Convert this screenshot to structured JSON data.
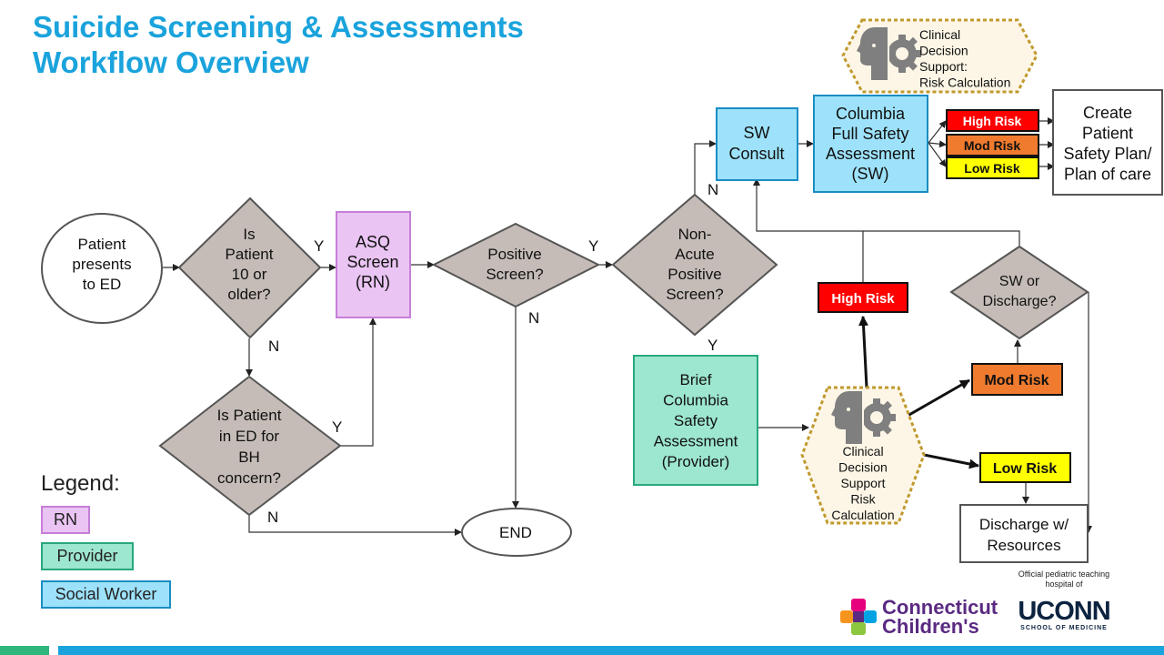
{
  "title": [
    "Suicide Screening & Assessments",
    "Workflow Overview"
  ],
  "nodes": {
    "patient": [
      "Patient",
      "presents",
      "to ED"
    ],
    "age_check": [
      "Is",
      "Patient",
      "10 or",
      "older?"
    ],
    "asq": [
      "ASQ",
      "Screen",
      "(RN)"
    ],
    "positive": [
      "Positive",
      "Screen?"
    ],
    "non_acute": [
      "Non-",
      "Acute",
      "Positive",
      "Screen?"
    ],
    "bh_check": [
      "Is Patient",
      "in ED for",
      "BH",
      "concern?"
    ],
    "end": [
      "END"
    ],
    "sw_consult": [
      "SW",
      "Consult"
    ],
    "columbia_full": [
      "Columbia",
      "Full Safety",
      "Assessment",
      "(SW)"
    ],
    "cds_top": [
      "Clinical",
      "Decision",
      "Support:",
      "Risk Calculation"
    ],
    "high_top": [
      "High Risk"
    ],
    "mod_top": [
      "Mod Risk"
    ],
    "low_top": [
      "Low Risk"
    ],
    "create_plan": [
      "Create",
      "Patient",
      "Safety Plan/",
      "Plan of care"
    ],
    "brief_columbia": [
      "Brief",
      "Columbia",
      "Safety",
      "Assessment",
      "(Provider)"
    ],
    "cds_bottom": [
      "Clinical",
      "Decision",
      "Support",
      "Risk",
      "Calculation"
    ],
    "high_mid": [
      "High Risk"
    ],
    "sw_or_discharge": [
      "SW or",
      "Discharge?"
    ],
    "mod_mid": [
      "Mod Risk"
    ],
    "low_bottom": [
      "Low Risk"
    ],
    "discharge": [
      "Discharge w/",
      "Resources"
    ]
  },
  "edge_labels": {
    "age_yes": "Y",
    "age_no": "N",
    "bh_yes": "Y",
    "bh_no": "N",
    "positive_yes": "Y",
    "positive_no": "N",
    "non_acute_no": "N",
    "non_acute_yes": "Y"
  },
  "legend": {
    "title": "Legend:",
    "items": [
      {
        "label": "RN",
        "color": "#eac4f2",
        "border": "#c77ed8"
      },
      {
        "label": "Provider",
        "color": "#9de6cf",
        "border": "#28a87c"
      },
      {
        "label": "Social Worker",
        "color": "#9de2fa",
        "border": "#1a8cc4"
      }
    ]
  },
  "colors": {
    "rn": "#eac4f2",
    "provider": "#9de6cf",
    "social_worker": "#9de2fa",
    "decision": "#c5bcb7",
    "high_risk": "#ff0000",
    "mod_risk": "#f07b2e",
    "low_risk": "#ffff00",
    "title": "#1aa3dc"
  },
  "footer": {
    "official": "Official pediatric teaching hospital of",
    "cc_line1": "Connecticut",
    "cc_line2": "Children's",
    "uconn": "UCONN",
    "uconn_sub": "SCHOOL OF MEDICINE"
  }
}
